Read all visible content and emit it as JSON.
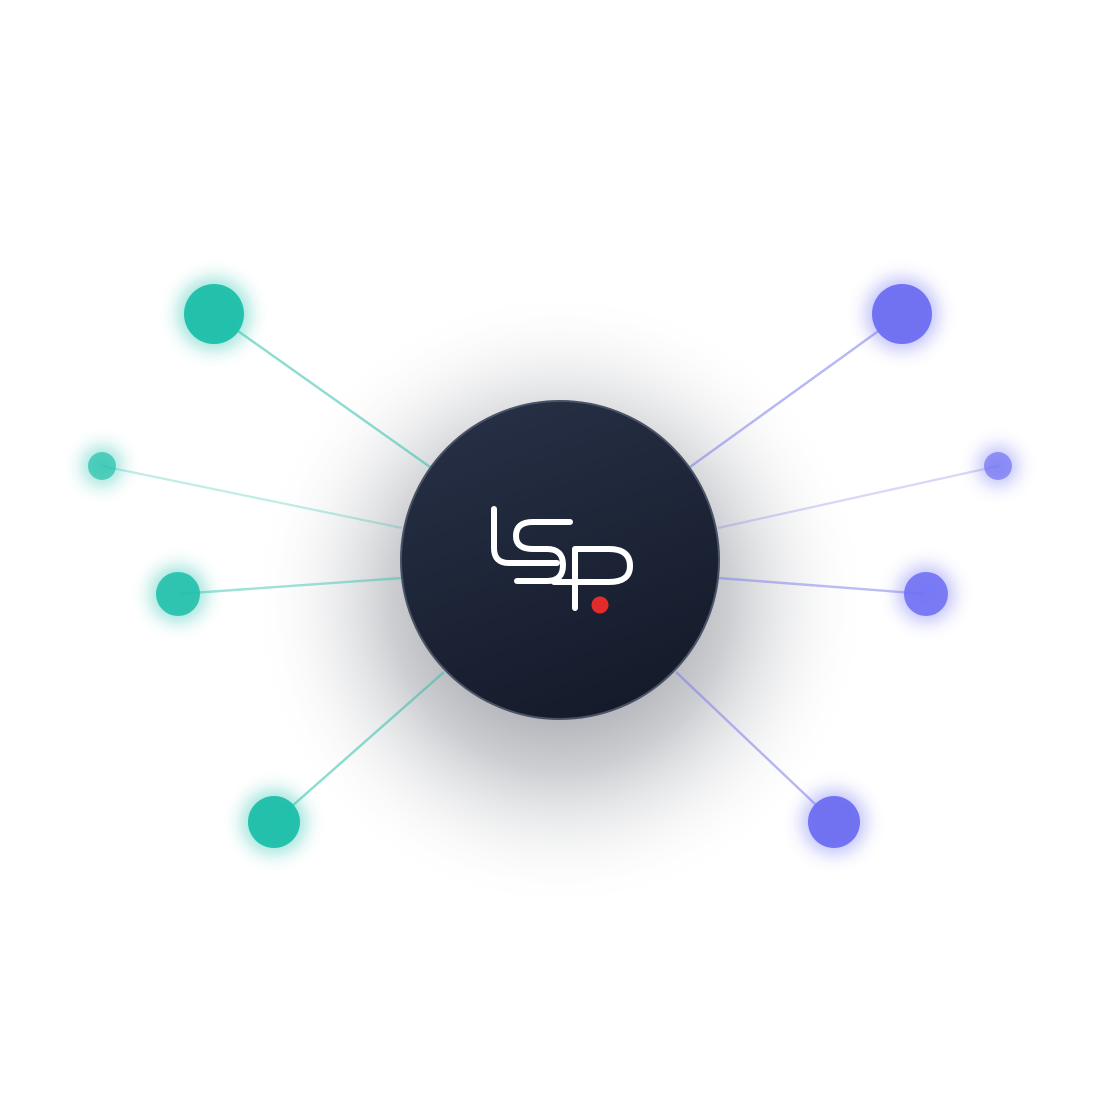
{
  "hub": {
    "logo_text": "LSP",
    "fill_top": "#262f45",
    "fill_bottom": "#141a29",
    "stroke": "#4a5266",
    "accent_dot": "#e32b2b",
    "logo_color": "#ffffff"
  },
  "groups": {
    "left": {
      "color": "#1fbfaa",
      "line_color": "#2dbfa9"
    },
    "right": {
      "color": "#6e6ff2",
      "line_color": "#7a7cec"
    }
  },
  "nodes": [
    {
      "id": "left-top",
      "group": "left",
      "size": "large"
    },
    {
      "id": "left-upper-mid",
      "group": "left",
      "size": "small"
    },
    {
      "id": "left-lower-mid",
      "group": "left",
      "size": "medium"
    },
    {
      "id": "left-bottom",
      "group": "left",
      "size": "large"
    },
    {
      "id": "right-top",
      "group": "right",
      "size": "large"
    },
    {
      "id": "right-upper-mid",
      "group": "right",
      "size": "small"
    },
    {
      "id": "right-lower-mid",
      "group": "right",
      "size": "medium"
    },
    {
      "id": "right-bottom",
      "group": "right",
      "size": "large"
    }
  ]
}
